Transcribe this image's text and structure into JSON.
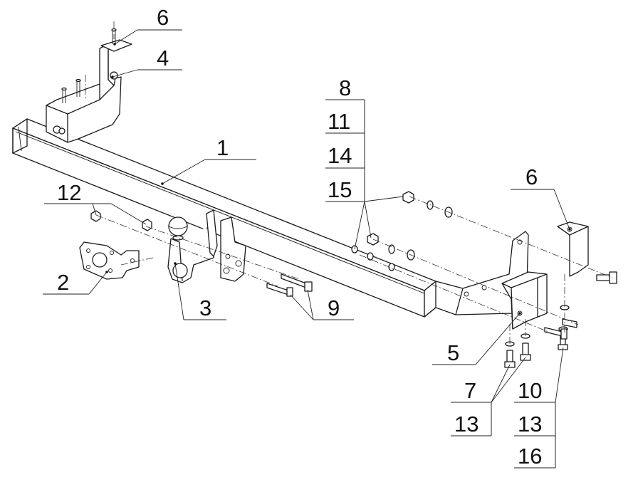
{
  "callouts": {
    "c1": "1",
    "c2": "2",
    "c3": "3",
    "c4": "4",
    "c5": "5",
    "c6_top": "6",
    "c6_right": "6",
    "c7": "7",
    "c8": "8",
    "c9": "9",
    "c10": "10",
    "c11": "11",
    "c12": "12",
    "c13_left": "13",
    "c13_right": "13",
    "c14": "14",
    "c15": "15",
    "c16": "16"
  },
  "colors": {
    "line": "#1a1a1a",
    "background": "#ffffff"
  }
}
